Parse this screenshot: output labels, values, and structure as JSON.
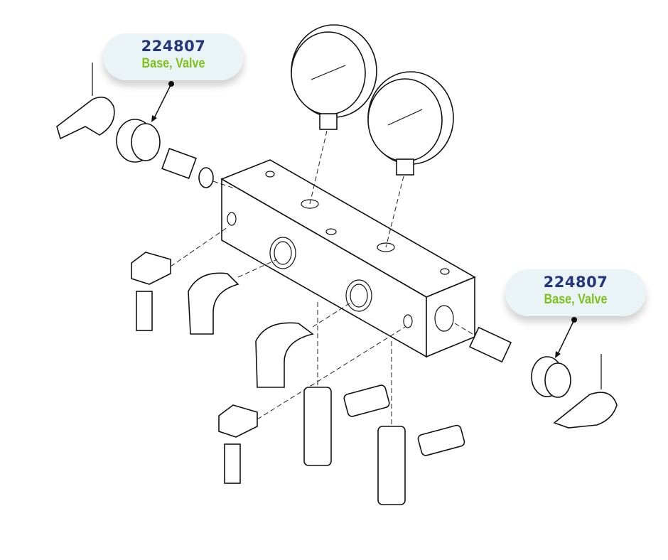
{
  "callouts": [
    {
      "part_number": "224807",
      "description": "Base, Valve"
    },
    {
      "part_number": "224807",
      "description": "Base, Valve"
    }
  ],
  "colors": {
    "part_number": "#24367c",
    "description": "#7fc21c",
    "bubble": "#eaf4f6"
  }
}
